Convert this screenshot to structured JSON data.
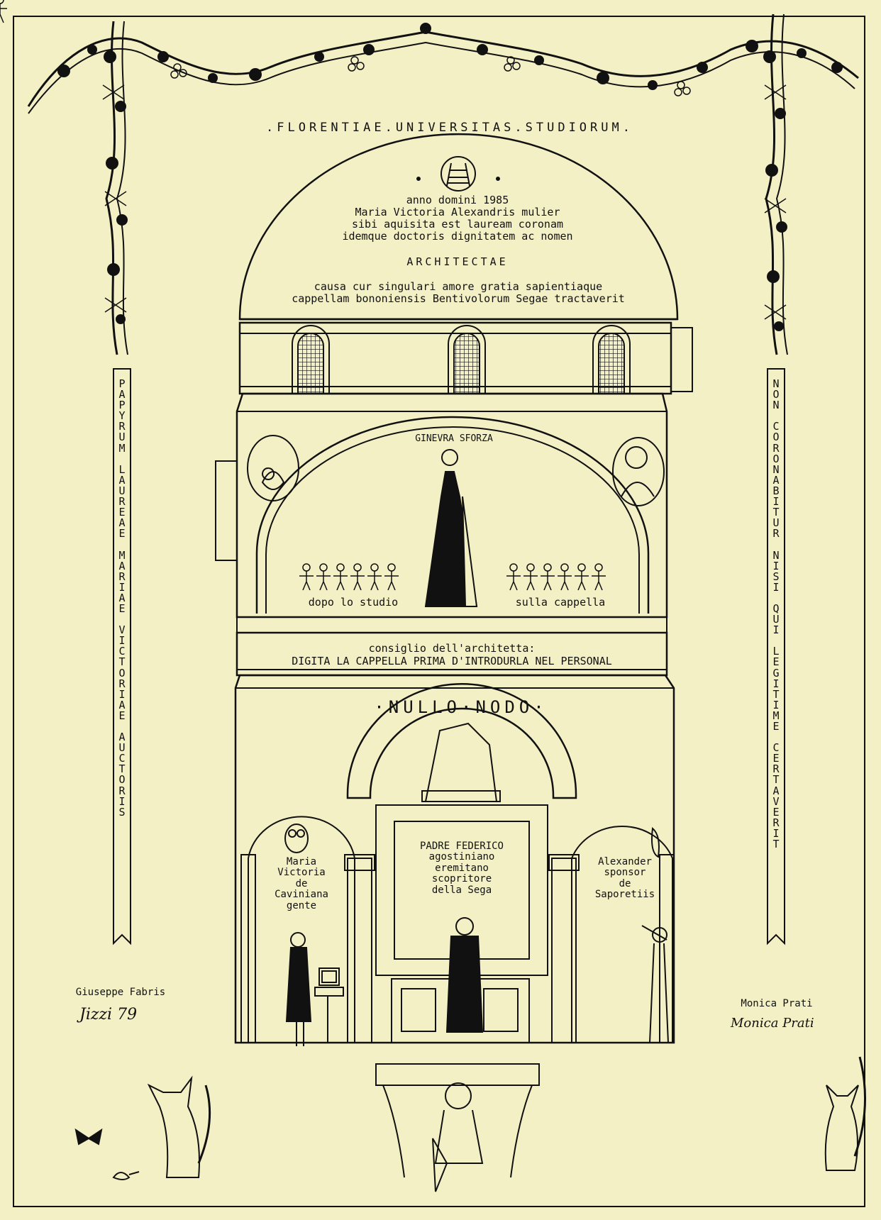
{
  "header": {
    "title": ".FLORENTIAE.UNIVERSITAS.STUDIORUM."
  },
  "dome_text": {
    "lines": [
      "anno domini 1985",
      "Maria Victoria Alexandris mulier",
      "sibi aquisita est lauream coronam",
      "idemque doctoris dignitatem ac nomen"
    ],
    "degree": "ARCHITECTAE",
    "cause_lines": [
      "causa cur singulari amore gratia sapientiaque",
      "cappellam bononiensis Bentivolorum Segae tractaverit"
    ]
  },
  "lunette": {
    "figure_label": "GINEVRA SFORZA",
    "left_caption": "dopo lo studio",
    "right_caption": "sulla cappella"
  },
  "advice": {
    "title": "consiglio dell'architetta:",
    "text": "DIGITA LA CAPPELLA PRIMA D'INTRODURLA NEL PERSONAL"
  },
  "lower": {
    "arch_motto": "·NULLO·NODO·",
    "left_caption": [
      "Maria",
      "Victoria",
      "de",
      "Caviniana",
      "gente"
    ],
    "center_caption": [
      "PADRE FEDERICO",
      "agostiniano",
      "eremitano",
      "scopritore",
      "della Sega"
    ],
    "right_caption": [
      "Alexander",
      "sponsor",
      "de",
      "Saporetiis"
    ]
  },
  "banners": {
    "left": "PAPYRUM LAUREAE MARIAE VICTORIAE AUCTORIS",
    "right": "NON CORONABITUR NISI QUI LEGITIME CERTAVERIT"
  },
  "signatures": {
    "left_name": "Giuseppe Fabris",
    "left_signature": "Jizzi 79",
    "right_name": "Monica Prati",
    "right_signature": "Monica Prati"
  },
  "colors": {
    "paper": "#f4f0c6",
    "ink": "#111111"
  },
  "icons": [
    "garland-icon",
    "owl-icon",
    "bird-icon",
    "cat-icon",
    "butterfly-icon",
    "ladder-emblem-icon",
    "computer-icon"
  ]
}
